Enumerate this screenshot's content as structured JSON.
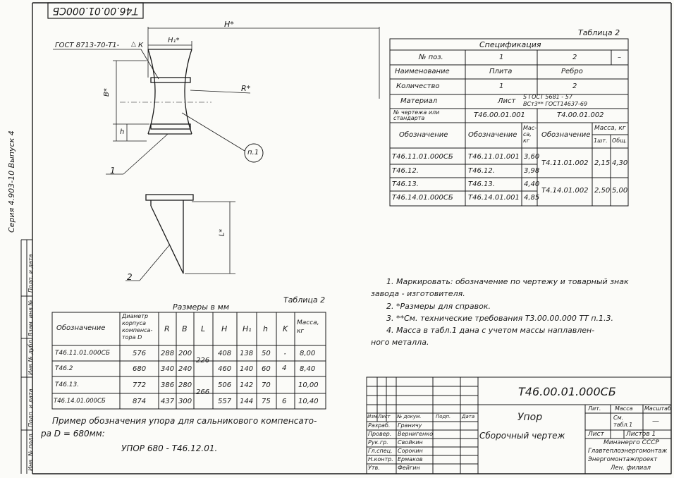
{
  "header_stamp": "Т46.00.01.000СБ",
  "side_labels": {
    "series": "Серия 4.903-10 Выпуск 4",
    "col1": "Подп. и дата",
    "col2": "Взам. инв.№",
    "col3": "Инв.№ дубл.",
    "col4": "Подп. и дата",
    "col5": "Инв. № подл."
  },
  "drawing": {
    "gost_label": "ГОСТ 8713-70-Т1-",
    "weld_k": "К",
    "dim_H": "H*",
    "dim_H1": "H₁*",
    "dim_B": "B*",
    "dim_R": "R*",
    "dim_h": "h",
    "dim_L": "L*",
    "callout_1": "1",
    "callout_2": "2",
    "note_ref": "п.1"
  },
  "spec_table": {
    "caption": "Таблица 2",
    "title": "Спецификация",
    "pos_label": "№ поз.",
    "pos_1": "1",
    "pos_2": "2",
    "dash": "–",
    "name_label": "Наименование",
    "name_1": "Плита",
    "name_2": "Ребро",
    "qty_label": "Количество",
    "qty_1": "1",
    "qty_2": "2",
    "mat_label": "Материал",
    "mat_list": "Лист",
    "mat_top": "S ГОСТ 5681 - 57",
    "mat_bottom": "ВСт3** ГОСТ14637-69",
    "draw_label": "№ чертежа или стандарта",
    "draw_1": "Т46.00.01.001",
    "draw_2": "Т4.00.01.002",
    "col_designation": "Обозначение",
    "col_designation_2": "Обозначение",
    "col_mass": "Мас-са, кг",
    "col_designation_3": "Обозначение",
    "col_mass_kg": "Масса, кг",
    "col_one": "1шт.",
    "col_total": "Общ.",
    "rows": [
      {
        "a": "Т46.11.01.000СБ",
        "b": "Т46.11.01.001",
        "m": "3,60"
      },
      {
        "a": "Т46.12.",
        "b": "Т46.12.",
        "m": "3,98"
      },
      {
        "a": "Т46.13.",
        "b": "Т46.13.",
        "m": "4,40"
      },
      {
        "a": "Т46.14.01.000СБ",
        "b": "Т46.14.01.001",
        "m": "4,85"
      }
    ],
    "merged": [
      {
        "d": "Т4.11.01.002",
        "one": "2,15",
        "total": "4,30"
      },
      {
        "d": "Т4.14.01.002",
        "one": "2,50",
        "total": "5,00"
      }
    ]
  },
  "dims_table": {
    "caption": "Таблица 2",
    "title": "Размеры в мм",
    "h_designation": "Обозначение",
    "h_diameter": "Диаметр корпуса компенса-тора D",
    "h_R": "R",
    "h_B": "B",
    "h_L": "L",
    "h_H": "H",
    "h_H1": "H₁",
    "h_h": "h",
    "h_K": "K",
    "h_mass": "Масса, кг",
    "rows": [
      {
        "name": "Т46.11.01.000СБ",
        "D": "576",
        "R": "288",
        "B": "200",
        "H": "408",
        "H1": "138",
        "h": "50",
        "mass": "8,00"
      },
      {
        "name": "Т46.2",
        "D": "680",
        "R": "340",
        "B": "240",
        "H": "460",
        "H1": "140",
        "h": "60",
        "mass": "8,40"
      },
      {
        "name": "Т46.13.",
        "D": "772",
        "R": "386",
        "B": "280",
        "H": "506",
        "H1": "142",
        "h": "70",
        "mass": "10,00"
      },
      {
        "name": "Т46.14.01.000СБ",
        "D": "874",
        "R": "437",
        "B": "300",
        "H": "557",
        "H1": "144",
        "h": "75",
        "mass": "10,40"
      }
    ],
    "L_top": "226",
    "L_bottom": "266",
    "K_dot": "·",
    "K_4": "4",
    "K_6": "6"
  },
  "example": {
    "line1": "Пример обозначения упора для сальникового компенсато-",
    "line2": "ра D = 680мм:",
    "code": "УПОР 680 - Т46.12.01."
  },
  "notes": [
    "1. Маркировать: обозначение по чертежу и товарный знак",
    "завода - изготовителя.",
    "2. *Размеры для справок.",
    "3. **См. технические требования Т3.00.00.000 ТТ п.1.3.",
    "4. Масса в табл.1 дана с учетом массы наплавлен-",
    "ного металла."
  ],
  "title_block": {
    "doc_number": "Т46.00.01.000СБ",
    "name": "Упор",
    "type": "Сборочный чертеж",
    "lit": "Лит.",
    "mass": "Масса",
    "scale": "Масштаб",
    "mass_val": "См. табл.1",
    "scale_val": "—",
    "sheet": "Лист",
    "sheets": "Листов 1",
    "org1": "Минэнерго СССР",
    "org2": "Главтеплоэнергомонтаж",
    "org3": "Энергомонтажпроект",
    "org4": "Лен. филиал",
    "h_izm": "Изм",
    "h_list": "Лист",
    "h_doc": "№ докум.",
    "h_sign": "Подп.",
    "h_date": "Дата",
    "roles": [
      {
        "role": "Разраб.",
        "name": "Граничу"
      },
      {
        "role": "Провер.",
        "name": "Вернигенко"
      },
      {
        "role": "Рук.гр.",
        "name": "Свойкин"
      },
      {
        "role": "Гл.спец.",
        "name": "Сорокин"
      },
      {
        "role": "Н.контр.",
        "name": "Ермаков"
      },
      {
        "role": "Утв.",
        "name": "Фейгин"
      }
    ]
  },
  "colors": {
    "ink": "#1a1a1a",
    "paper": "#fbfbf8"
  }
}
